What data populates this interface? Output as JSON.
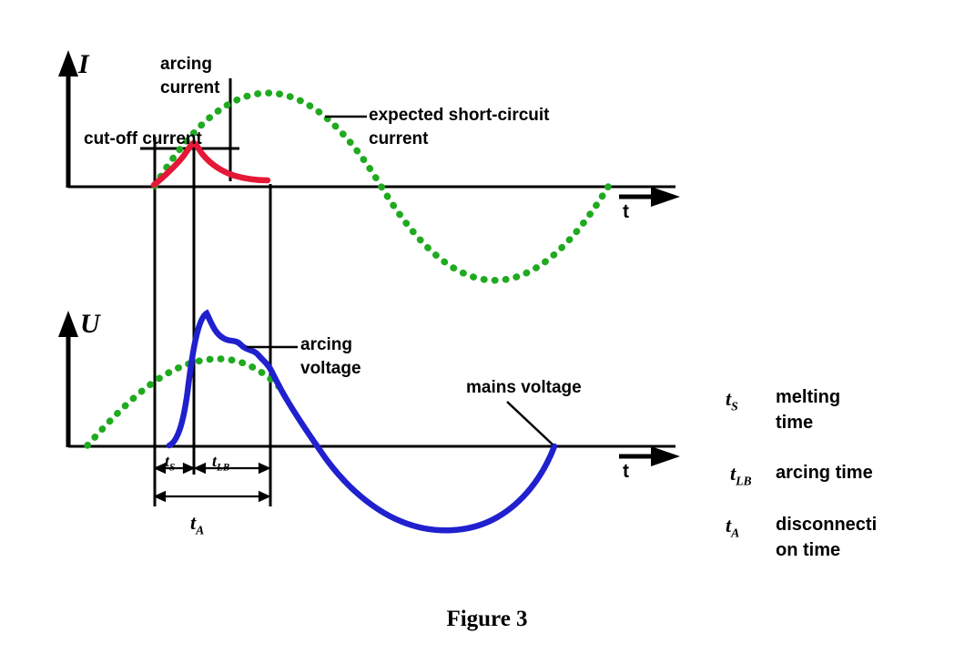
{
  "figure": {
    "caption": "Figure 3"
  },
  "top_graph": {
    "y_axis_symbol": "I",
    "t_axis_label": "t",
    "arcing_current_label": {
      "lines": [
        "arcing",
        "current"
      ]
    },
    "cut_off_current_label": "cut-off current",
    "expected_short_circuit_label": {
      "lines": [
        "expected short-circuit",
        "current"
      ]
    }
  },
  "bottom_graph": {
    "y_axis_symbol": "U",
    "t_axis_label": "t",
    "arcing_voltage_label": {
      "lines": [
        "arcing",
        "voltage"
      ]
    },
    "mains_voltage_label": "mains voltage"
  },
  "time_intervals": {
    "melting": {
      "symbol": "t",
      "sub": "S"
    },
    "arcing": {
      "symbol": "t",
      "sub": "LB"
    },
    "disconnection": {
      "symbol": "t",
      "sub": "A"
    }
  },
  "legend": [
    {
      "symbol": "t",
      "sub": "S",
      "lines": [
        "melting",
        "time"
      ]
    },
    {
      "symbol": "t",
      "sub": "LB",
      "lines": [
        "arcing time"
      ]
    },
    {
      "symbol": "t",
      "sub": "A",
      "lines": [
        "disconnecti",
        "on time"
      ]
    }
  ],
  "colors": {
    "expected_current": "#1faa1f",
    "cut_off_current": "#e51837",
    "voltage": "#2020cf",
    "axis": "#000000"
  }
}
